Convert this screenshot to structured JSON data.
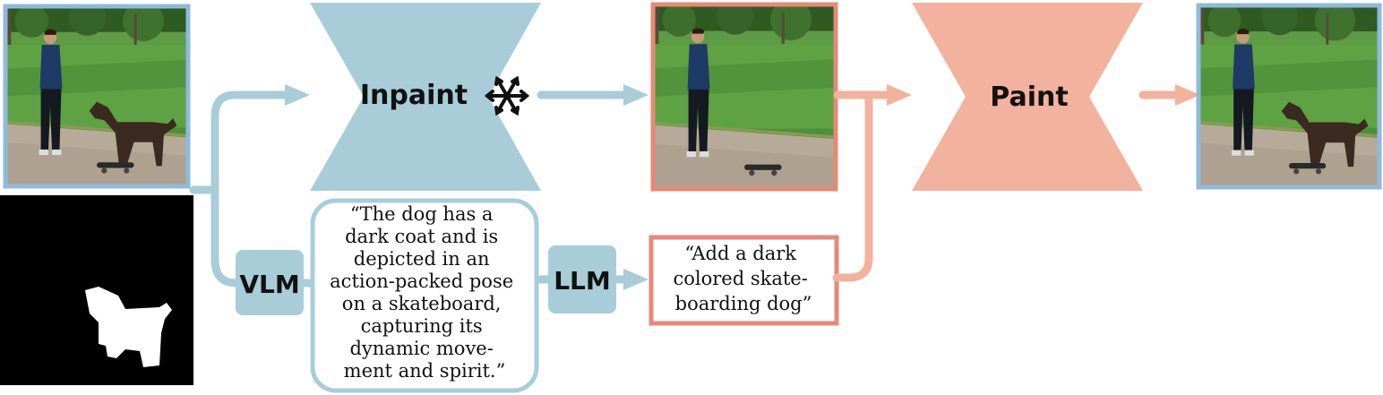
{
  "inpaint": {
    "label": "Inpaint",
    "icon": "snowflake-icon"
  },
  "paint": {
    "label": "Paint"
  },
  "vlm": {
    "label": "VLM"
  },
  "llm": {
    "label": "LLM"
  },
  "caption": {
    "lines": [
      "“The dog has a",
      "dark coat and is",
      "depicted in an",
      "action-packed pose",
      "on a skateboard,",
      "capturing its",
      "dynamic move-",
      "ment and spirit.”"
    ]
  },
  "prompt": {
    "lines": [
      "“Add a dark",
      "colored skate-",
      "boarding dog”"
    ]
  },
  "colors": {
    "blue": "#a9ccd9",
    "blue_dark": "#7fb0c9",
    "salmon": "#f2b29e",
    "salmon_dark": "#e58a78"
  }
}
